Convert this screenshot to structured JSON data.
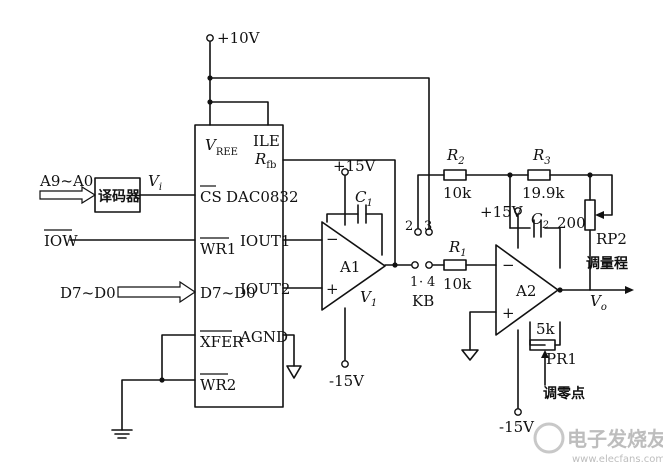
{
  "supply": {
    "vplus10": "+10V",
    "a1_plus15": "+15V",
    "a1_minus15": "-15V",
    "a2_plus15": "+15V",
    "a2_minus15": "-15V"
  },
  "dac": {
    "name": "DAC0832",
    "pins_left": {
      "vref": "V",
      "vref_sub": "REE",
      "cs": "CS",
      "wr1": "WR1",
      "d_bus": "D7~D0",
      "xfer": "XFER",
      "wr2": "WR2"
    },
    "pins_right": {
      "ile": "ILE",
      "rfb": "R",
      "rfb_sub": "fb",
      "iout1": "IOUT1",
      "iout2": "IOUT2",
      "agnd": "AGND"
    }
  },
  "inputs": {
    "addr": "A9~A0",
    "decoder": "译码器",
    "vi": "V",
    "vi_sub": "i",
    "iow": "IOW",
    "data": "D7~D0"
  },
  "op1": {
    "name": "A1",
    "minus": "−",
    "plus": "+",
    "c1": "C",
    "c1_sub": "1",
    "v1": "V",
    "v1_sub": "1"
  },
  "switch_kb": {
    "name": "KB",
    "pin1": "1",
    "pin2": "2",
    "pin3": "3",
    "pin4": "4",
    "dash": "·"
  },
  "resistors": {
    "r2": "R",
    "r2_sub": "2",
    "r2_val": "10k",
    "r3": "R",
    "r3_sub": "3",
    "r3_val": "19.9k",
    "r1": "R",
    "r1_sub": "1",
    "r1_val": "10k",
    "rp2_val": "200",
    "rp2": "RP2",
    "rp2_note": "调量程",
    "pr1_val": "5k",
    "pr1": "PR1",
    "pr1_note": "调零点"
  },
  "op2": {
    "name": "A2",
    "minus": "−",
    "plus": "+",
    "c2": "C",
    "c2_sub": "2",
    "vo": "V",
    "vo_sub": "o"
  },
  "watermark": {
    "brand": "电子发烧友",
    "url": "www.elecfans.com"
  }
}
